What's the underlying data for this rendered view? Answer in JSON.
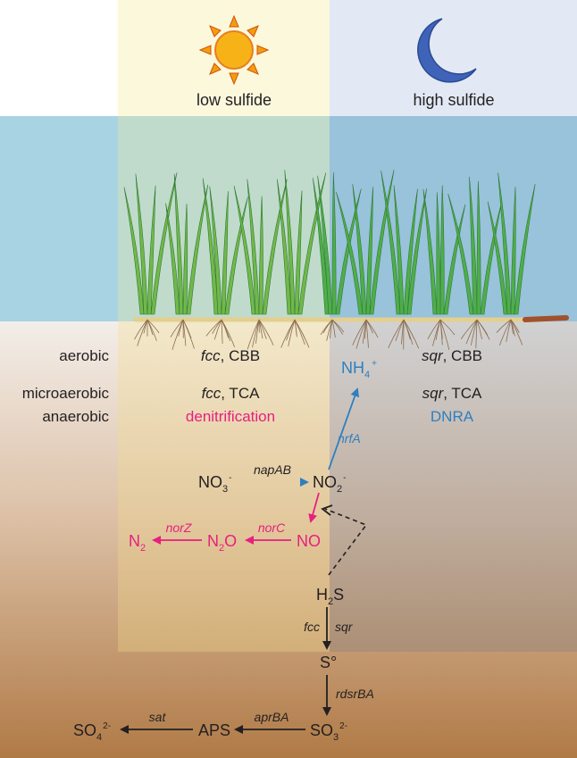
{
  "headers": {
    "left": "low sulfide",
    "right": "high sulfide"
  },
  "zones": {
    "aerobic": "aerobic",
    "microaerobic": "microaerobic",
    "anaerobic": "anaerobic"
  },
  "low_sulfide": {
    "aerobic_gene": "fcc",
    "aerobic_pathway": ", CBB",
    "micro_gene": "fcc",
    "micro_pathway": ", TCA",
    "process": "denitrification"
  },
  "high_sulfide": {
    "aerobic_gene": "sqr",
    "aerobic_pathway": ", CBB",
    "micro_gene": "sqr",
    "micro_pathway": ", TCA",
    "process": "DNRA"
  },
  "nitrogen": {
    "ammonium": {
      "base": "NH",
      "sub": "4",
      "sup": "+"
    },
    "nrfA": "nrfA",
    "nitrate": {
      "base": "NO",
      "sub": "3",
      "sup": "-"
    },
    "napAB": "napAB",
    "nitrite": {
      "base": "NO",
      "sub": "2",
      "sup": "-"
    },
    "norC": "norC",
    "no": "NO",
    "nitrous_oxide": {
      "base": "N",
      "sub": "2",
      "tail": "O"
    },
    "norZ": "norZ",
    "dinitrogen": {
      "base": "N",
      "sub": "2"
    }
  },
  "sulfur": {
    "h2s": {
      "base": "H",
      "sub": "2",
      "tail": "S"
    },
    "fcc": "fcc",
    "sqr": "sqr",
    "s0": "S°",
    "rdsrBA": "rdsrBA",
    "sulfite": {
      "base": "SO",
      "sub": "3",
      "sup": "2-"
    },
    "aprBA": "aprBA",
    "aps": "APS",
    "sat": "sat",
    "sulfate": {
      "base": "SO",
      "sub": "4",
      "sup": "2-"
    }
  },
  "colors": {
    "denitrification": "#e6207f",
    "dnra": "#2e7fbf",
    "sulfur_path": "#231f20",
    "sun": "#f39c12",
    "moon": "#3f63b8",
    "sediment_top": "#f2ece6",
    "sediment_bottom": "#b07a46",
    "water": "#a8d3e3"
  },
  "icons": {
    "sun": "sun-icon",
    "moon": "crescent-moon-icon"
  }
}
